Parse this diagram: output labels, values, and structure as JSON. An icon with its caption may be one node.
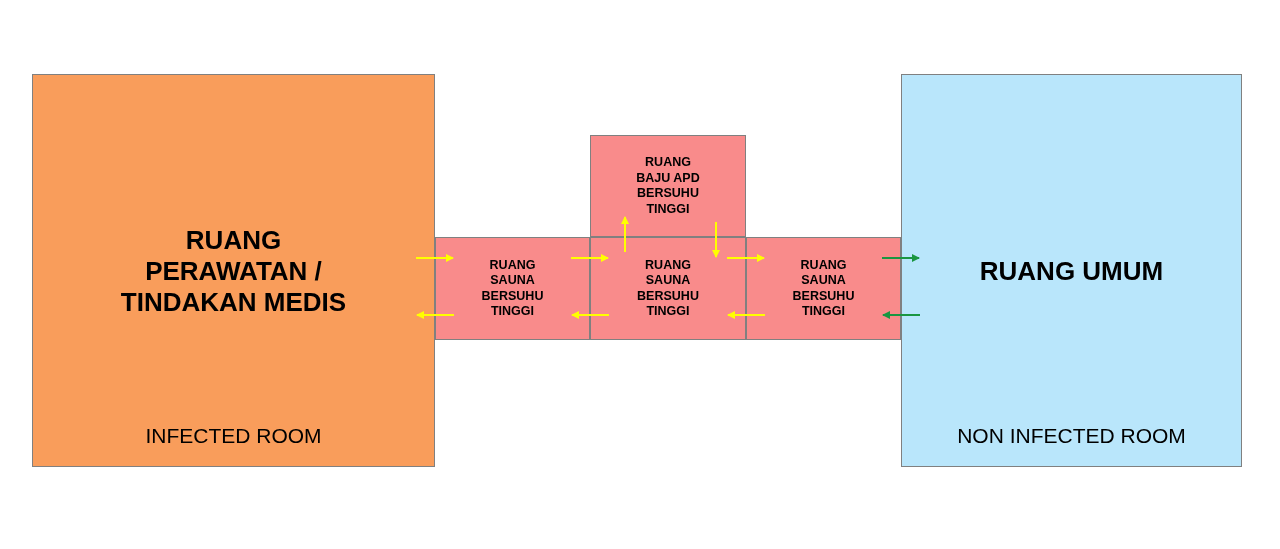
{
  "diagram": {
    "nodes": [
      {
        "text": [
          "RUANG PERAWATAN / TINDAKAN MEDIS",
          "INFECTED ROOM"
        ]
      },
      {
        "text": [
          "RUANG SAUNA BERSUHU TINGGI"
        ]
      },
      {
        "text": [
          "RUANG BAJU APD BERSUHU TINGGI"
        ]
      },
      {
        "text": [
          "RUANG SAUNA BERSUHU TINGGI"
        ]
      },
      {
        "text": [
          "RUANG SAUNA BERSUHU TINGGI"
        ]
      },
      {
        "text": [
          "RUANG UMUM",
          "NON INFECTED ROOM"
        ]
      }
    ],
    "edges": [
      {
        "from": 0,
        "to": 1,
        "arrow": "to"
      },
      {
        "from": 1,
        "to": 0,
        "arrow": "to"
      },
      {
        "from": 1,
        "to": 3,
        "arrow": "to"
      },
      {
        "from": 3,
        "to": 1,
        "arrow": "to"
      },
      {
        "from": 3,
        "to": 2,
        "arrow": "to"
      },
      {
        "from": 2,
        "to": 3,
        "arrow": "to"
      },
      {
        "from": 3,
        "to": 4,
        "arrow": "to"
      },
      {
        "from": 4,
        "to": 3,
        "arrow": "to"
      },
      {
        "from": 4,
        "to": 5,
        "arrow": "to",
        "color": "#1a9641"
      },
      {
        "from": 5,
        "to": 4,
        "arrow": "to",
        "color": "#1a9641"
      }
    ]
  }
}
